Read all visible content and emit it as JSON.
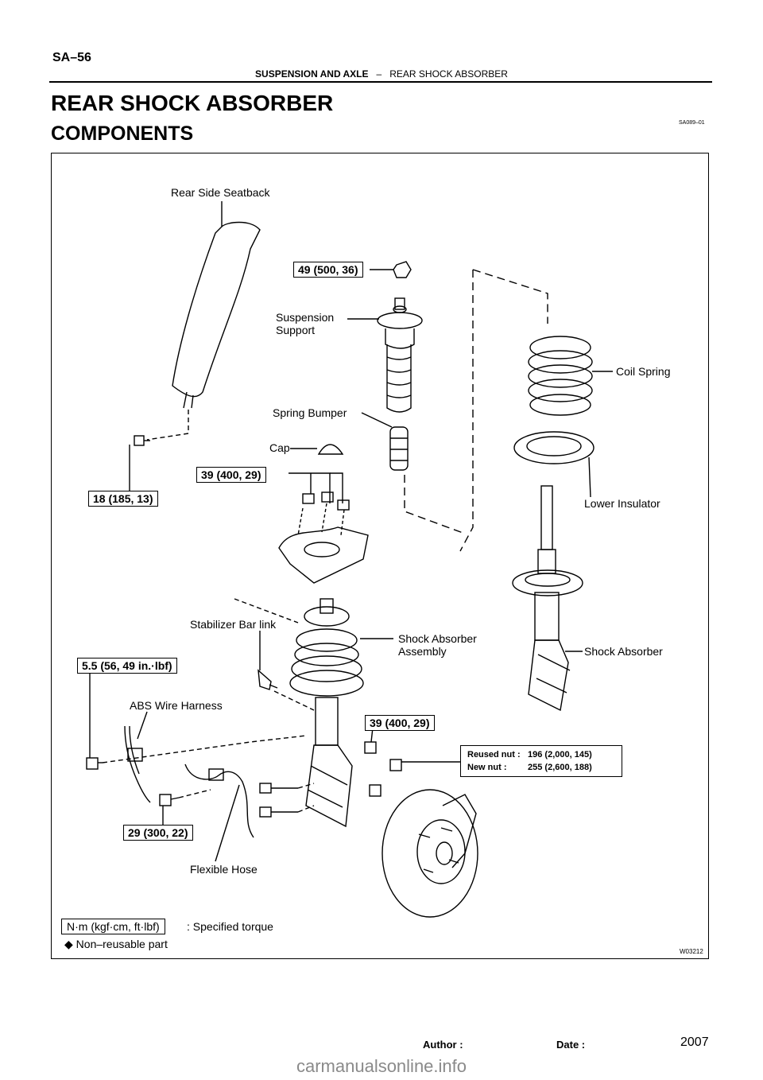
{
  "header": {
    "page_number": "SA–56",
    "section": "SUSPENSION AND AXLE",
    "separator": "–",
    "subsection": "REAR SHOCK ABSORBER"
  },
  "title": "REAR SHOCK ABSORBER",
  "subtitle": "COMPONENTS",
  "doc_code": "SA089–01",
  "figure": {
    "labels": {
      "rear_side_seatback": "Rear Side Seatback",
      "suspension_support_1": "Suspension",
      "suspension_support_2": "Support",
      "coil_spring": "Coil Spring",
      "spring_bumper": "Spring Bumper",
      "cap": "Cap",
      "lower_insulator": "Lower Insulator",
      "stabilizer_bar_link": "Stabilizer Bar link",
      "shock_absorber_assembly_1": "Shock Absorber",
      "shock_absorber_assembly_2": "Assembly",
      "shock_absorber": "Shock Absorber",
      "abs_wire_harness": "ABS Wire Harness",
      "flexible_hose": "Flexible Hose"
    },
    "torques": {
      "t1": "49 (500, 36)",
      "t2": "39 (400, 29)",
      "t3": "18 (185, 13)",
      "t4": "5.5 (56, 49 in.·lbf)",
      "t5": "39 (400, 29)",
      "t6": "29 (300, 22)"
    },
    "nut_box": {
      "reused_key": "Reused nut :",
      "reused_val": "196 (2,000, 145)",
      "new_key": "New nut :",
      "new_val": "255 (2,600, 188)"
    },
    "legend": {
      "unit": "N·m (kgf·cm, ft·lbf)",
      "unit_desc": ": Specified torque",
      "non_reusable_symbol": "◆",
      "non_reusable": "Non–reusable part"
    },
    "figure_id": "W03212"
  },
  "footer": {
    "author": "Author :",
    "date": "Date :",
    "year": "2007"
  },
  "watermark": "carmanualsonline.info"
}
